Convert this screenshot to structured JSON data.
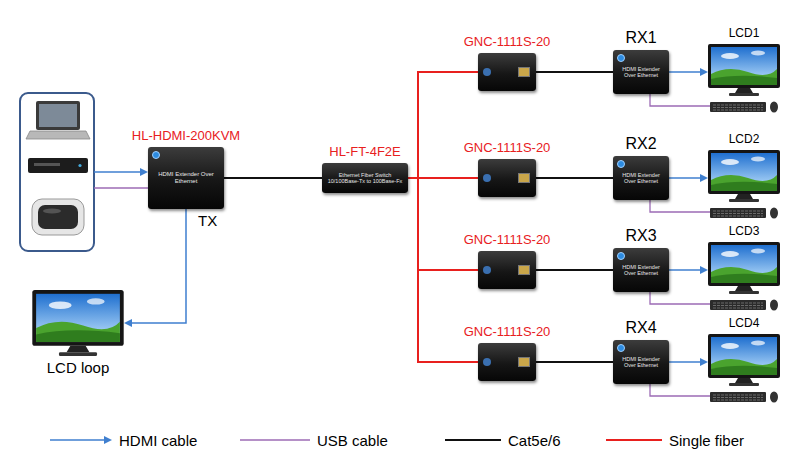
{
  "diagram": {
    "nodes": [
      {
        "text": [
          "HL-HDMI-200KVM",
          "HDMI Extender Over Ethernet",
          "TX"
        ]
      },
      {
        "text": [
          "LCD loop"
        ]
      },
      {
        "text": [
          "HL-FT-4F2E",
          "Ethernet Fiber Switch",
          "10/100Base-Tx to 100Base-Fx"
        ]
      },
      {
        "text": [
          "GNC-1111S-20"
        ]
      },
      {
        "text": [
          "GNC-1111S-20"
        ]
      },
      {
        "text": [
          "GNC-1111S-20"
        ]
      },
      {
        "text": [
          "GNC-1111S-20"
        ]
      },
      {
        "text": [
          "RX1",
          "HDMI Extender Over Ethernet"
        ]
      },
      {
        "text": [
          "RX2",
          "HDMI Extender Over Ethernet"
        ]
      },
      {
        "text": [
          "RX3",
          "HDMI Extender Over Ethernet"
        ]
      },
      {
        "text": [
          "RX4",
          "HDMI Extender Over Ethernet"
        ]
      },
      {
        "text": [
          "LCD1"
        ]
      },
      {
        "text": [
          "LCD2"
        ]
      },
      {
        "text": [
          "LCD3"
        ]
      },
      {
        "text": [
          "LCD4"
        ]
      }
    ],
    "edges": [
      {
        "from": 0,
        "to": 1,
        "arrow": "to"
      },
      {
        "from": 0,
        "to": 2,
        "arrow": "none"
      },
      {
        "from": 2,
        "to": 3,
        "arrow": "none"
      },
      {
        "from": 2,
        "to": 4,
        "arrow": "none"
      },
      {
        "from": 2,
        "to": 5,
        "arrow": "none"
      },
      {
        "from": 2,
        "to": 6,
        "arrow": "none"
      },
      {
        "from": 3,
        "to": 7,
        "arrow": "none"
      },
      {
        "from": 4,
        "to": 8,
        "arrow": "none"
      },
      {
        "from": 5,
        "to": 9,
        "arrow": "none"
      },
      {
        "from": 6,
        "to": 10,
        "arrow": "none"
      },
      {
        "from": 7,
        "to": 11,
        "arrow": "to"
      },
      {
        "from": 8,
        "to": 12,
        "arrow": "to"
      },
      {
        "from": 9,
        "to": 13,
        "arrow": "to"
      },
      {
        "from": 10,
        "to": 14,
        "arrow": "to"
      }
    ],
    "legend": [
      {
        "text": "HDMI cable"
      },
      {
        "text": "USB cable"
      },
      {
        "text": "Cat5e/6"
      },
      {
        "text": "Single fiber"
      }
    ]
  }
}
